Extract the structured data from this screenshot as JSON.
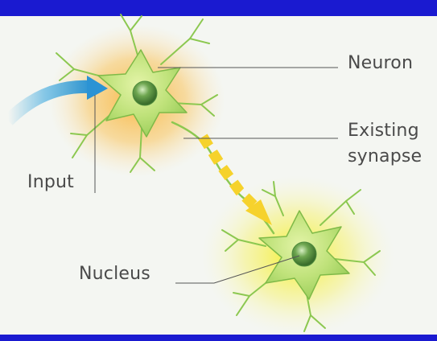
{
  "diagram": {
    "labels": {
      "neuron": "Neuron",
      "existing_synapse_line1": "Existing",
      "existing_synapse_line2": "synapse",
      "input": "Input",
      "nucleus": "Nucleus"
    },
    "colors": {
      "frame_blue": "#1a1ad0",
      "background": "#f4f6f2",
      "glow_orange": "#f8b640",
      "glow_yellow": "#f6f060",
      "cell_green": "#b8e27c",
      "cell_outline": "#6fa83e",
      "nucleus_green": "#4d8a3c",
      "input_arrow": "#3aa7de",
      "synapse_arrow": "#f6d22c",
      "leader_line": "#555555",
      "label_text": "#4a4a4a"
    },
    "icons": {
      "input_arrow": "curved-arrow-icon",
      "synapse_arrow": "dashed-arrow-icon"
    }
  }
}
